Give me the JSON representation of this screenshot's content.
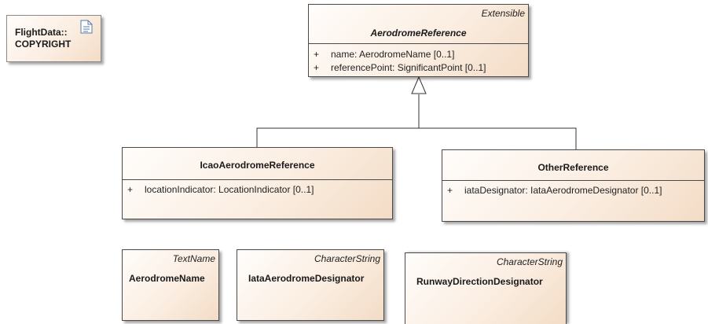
{
  "note": {
    "text": "FlightData::\nCOPYRIGHT",
    "icon": "document-icon"
  },
  "classes": {
    "aerodrome_reference": {
      "stereotype": "Extensible",
      "name": "AerodromeReference",
      "attributes": [
        {
          "visibility": "+",
          "text": "name: AerodromeName [0..1]"
        },
        {
          "visibility": "+",
          "text": "referencePoint: SignificantPoint [0..1]"
        }
      ]
    },
    "icao_aerodrome_reference": {
      "name": "IcaoAerodromeReference",
      "attributes": [
        {
          "visibility": "+",
          "text": "locationIndicator: LocationIndicator [0..1]"
        }
      ]
    },
    "other_reference": {
      "name": "OtherReference",
      "attributes": [
        {
          "visibility": "+",
          "text": "iataDesignator: IataAerodromeDesignator [0..1]"
        }
      ]
    },
    "aerodrome_name": {
      "stereotype": "TextName",
      "name": "AerodromeName"
    },
    "iata_aerodrome_designator": {
      "stereotype": "CharacterString",
      "name": "IataAerodromeDesignator"
    },
    "runway_direction_designator": {
      "stereotype": "CharacterString",
      "name": "RunwayDirectionDesignator"
    }
  }
}
